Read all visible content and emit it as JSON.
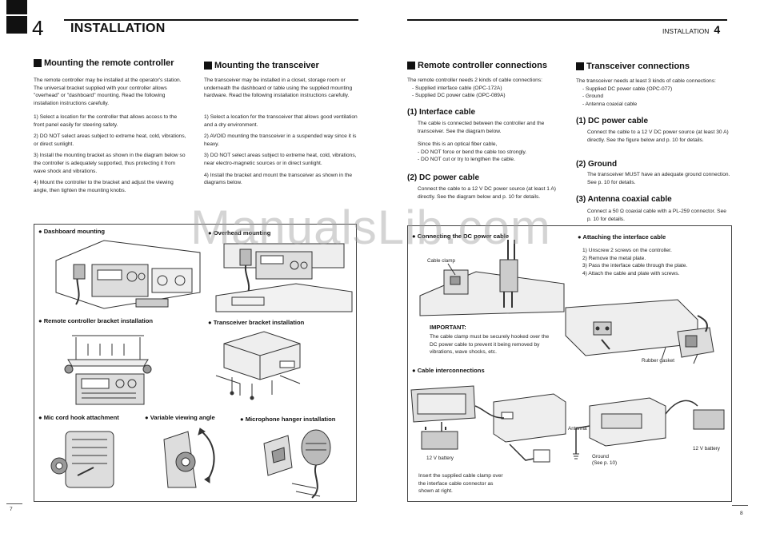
{
  "left_page": {
    "chapter_number": "4",
    "chapter_title": "INSTALLATION",
    "page_number": "7",
    "mounting_remote": {
      "heading": "Mounting the remote controller",
      "intro": "The remote controller may be installed at the operator's station. The universal bracket supplied with your controller allows \"overhead\" or \"dashboard\" mounting. Read the following installation instructions carefully.",
      "steps": [
        "1) Select a location for the controller that allows access to the front panel easily for steering safety.",
        "2) DO NOT select areas subject to extreme heat, cold, vibrations, or direct sunlight.",
        "3) Install the mounting bracket as shown in the diagram below so the controller is adequately supported, thus protecting it from wave shock and vibrations.",
        "4) Mount the controller to the bracket and adjust the viewing angle, then tighten the mounting knobs."
      ]
    },
    "mounting_transceiver": {
      "heading": "Mounting the transceiver",
      "intro": "The transceiver may be installed in a closet, storage room or underneath the dashboard or table using the supplied mounting hardware. Read the following installation instructions carefully.",
      "steps": [
        "1) Select a location for the transceiver that allows good ventilation and a dry environment.",
        "2) AVOID mounting the transceiver in a suspended way since it is heavy.",
        "3) DO NOT select areas subject to extreme heat, cold, vibrations, near electro-magnetic sources or in direct sunlight.",
        "4) Install the bracket and mount the transceiver as shown in the diagrams below."
      ]
    },
    "figures": {
      "dashboard": "Dashboard mounting",
      "overhead": "Overhead mounting",
      "remote_bracket": "Remote controller bracket installation",
      "transceiver_bracket": "Transceiver bracket installation",
      "mic_hook": "Mic cord hook attachment",
      "viewing_angle": "Variable viewing angle",
      "mic_hanger": "Microphone hanger installation"
    }
  },
  "right_page": {
    "running_header": "INSTALLATION",
    "chapter_number": "4",
    "page_number": "8",
    "remote_connections": {
      "heading": "Remote controller connections",
      "intro": "The remote controller needs 2 kinds of cable connections:",
      "items": [
        "- Supplied interface cable (OPC-172A)",
        "- Supplied DC power cable (OPC-089A)"
      ],
      "interface_cable": {
        "title": "(1) Interface cable",
        "text": "The cable is connected between the controller and the transceiver. See the diagram below.",
        "note": "Since this is an optical fiber cable,",
        "notes": [
          "- DO NOT force or bend the cable too strongly.",
          "- DO NOT cut or try to lengthen the cable."
        ]
      },
      "dc_power": {
        "title": "(2) DC power cable",
        "text": "Connect the cable to a 12 V DC power source (at least 1 A) directly. See the diagram below and p. 10 for details."
      }
    },
    "transceiver_connections": {
      "heading": "Transceiver connections",
      "intro": "The transceiver needs at least 3 kinds of cable connections:",
      "items": [
        "- Supplied DC power cable (OPC-077)",
        "- Ground",
        "- Antenna coaxial cable"
      ],
      "dc_power": {
        "title": "(1) DC power cable",
        "text": "Connect the cable to a 12 V DC power source (at least 30 A) directly. See the figure below and p. 10 for details."
      },
      "ground": {
        "title": "(2) Ground",
        "text": "The transceiver MUST have an adequate ground connection. See p. 10 for details."
      },
      "antenna": {
        "title": "(3) Antenna coaxial cable",
        "text": "Connect a 50 Ω coaxial cable with a PL-259 connector. See p. 10 for details."
      }
    },
    "figures": {
      "clamp_title": "Connecting the DC power cable",
      "cable_clamp": "Cable clamp",
      "important_title": "IMPORTANT:",
      "important_text": "The cable clamp must be securely hooked over the DC power cable to prevent it being removed by vibrations, wave shocks, etc.",
      "attaching_title": "Attaching the interface cable",
      "attaching_steps": [
        "1) Unscrew 2 screws on the controller.",
        "2) Remove the metal plate.",
        "3) Pass the interface cable through the plate.",
        "4) Attach the cable and plate with screws."
      ],
      "rubber_gasket": "Rubber gasket",
      "interconnections_title": "Cable interconnections",
      "battery_12v_left": "12 V battery",
      "battery_12v_right": "12 V battery",
      "antenna": "Antenna",
      "ground": "Ground",
      "ground_ref": "(See p. 10)",
      "clamp_note": "Insert the supplied cable clamp over the interface cable connector as shown at right."
    }
  },
  "watermark": "ManualsLib.com"
}
